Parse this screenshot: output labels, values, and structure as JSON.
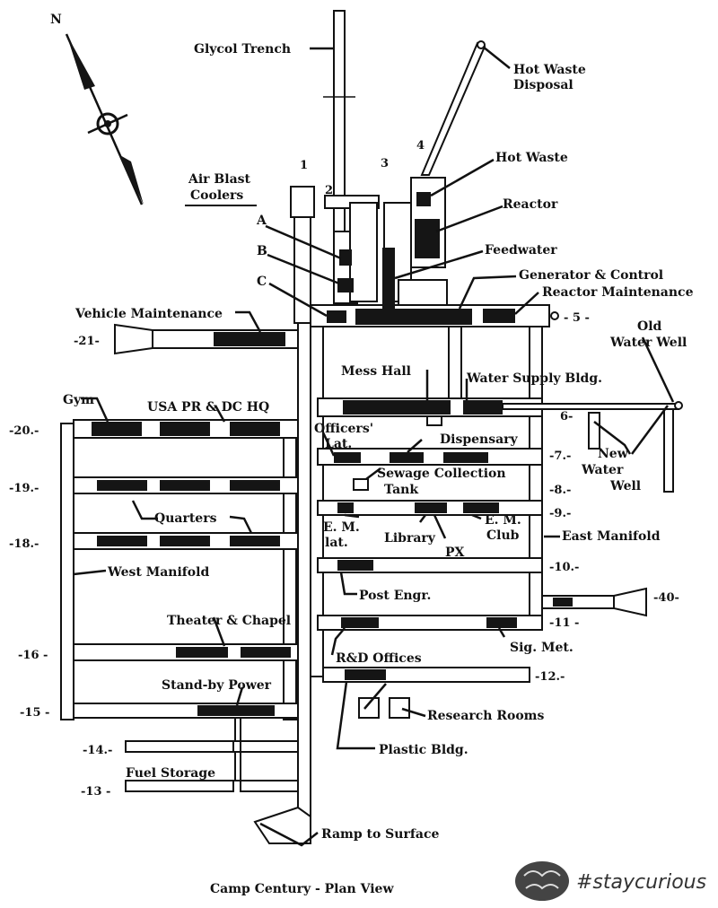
{
  "labels": {
    "glycol_trench": "Glycol Trench",
    "hot_waste_disposal_1": "Hot Waste",
    "hot_waste_disposal_2": "Disposal",
    "hot_waste": "Hot Waste",
    "reactor": "Reactor",
    "feedwater": "Feedwater",
    "generator_control": "Generator & Control",
    "reactor_maintenance": "Reactor Maintenance",
    "air_blast_1": "Air Blast",
    "air_blast_2": "Coolers",
    "vehicle_maintenance": "Vehicle Maintenance",
    "old_water_well_1": "Old",
    "old_water_well_2": "Water Well",
    "mess_hall": "Mess Hall",
    "water_supply": "Water Supply Bldg.",
    "gym": "Gym",
    "usa_pr_dc_hq": "USA PR & DC HQ",
    "officers_lat_1": "Officers'",
    "officers_lat_2": "Lat.",
    "dispensary": "Dispensary",
    "new_water_well_1": "New",
    "new_water_well_2": "Water",
    "new_water_well_3": "Well",
    "sewage_1": "Sewage Collection",
    "sewage_2": "Tank",
    "quarters": "Quarters",
    "em_lat_1": "E. M.",
    "em_lat_2": "lat.",
    "library": "Library",
    "px": "PX",
    "em_club_1": "E. M.",
    "em_club_2": "Club",
    "east_manifold": "East Manifold",
    "west_manifold": "West Manifold",
    "post_engr": "Post Engr.",
    "theater_chapel": "Theater & Chapel",
    "sig_met": "Sig. Met.",
    "rd_offices": "R&D Offices",
    "standby_power": "Stand-by Power",
    "research_rooms": "Research Rooms",
    "plastic_bldg": "Plastic Bldg.",
    "fuel_storage": "Fuel Storage",
    "ramp": "Ramp to Surface",
    "a": "A",
    "b": "B",
    "c": "C"
  },
  "trench_numbers": {
    "n1": "1",
    "n2": "2",
    "n3": "3",
    "n4": "4",
    "n5": "- 5 -",
    "n6": "6-",
    "n7": "-7.-",
    "n8": "-8.-",
    "n9": "-9.-",
    "n10": "-10.-",
    "n11": "-11 -",
    "n12": "-12.-",
    "n13": "-13 -",
    "n14": "-14.-",
    "n15": "-15 -",
    "n16": "-16 -",
    "n18": "-18.-",
    "n19": "-19.-",
    "n20": "-20.-",
    "n21": "-21-",
    "n40": "-40-"
  },
  "compass": {
    "north": "N"
  },
  "title": "Camp Century - Plan View",
  "watermark": "#staycurious"
}
